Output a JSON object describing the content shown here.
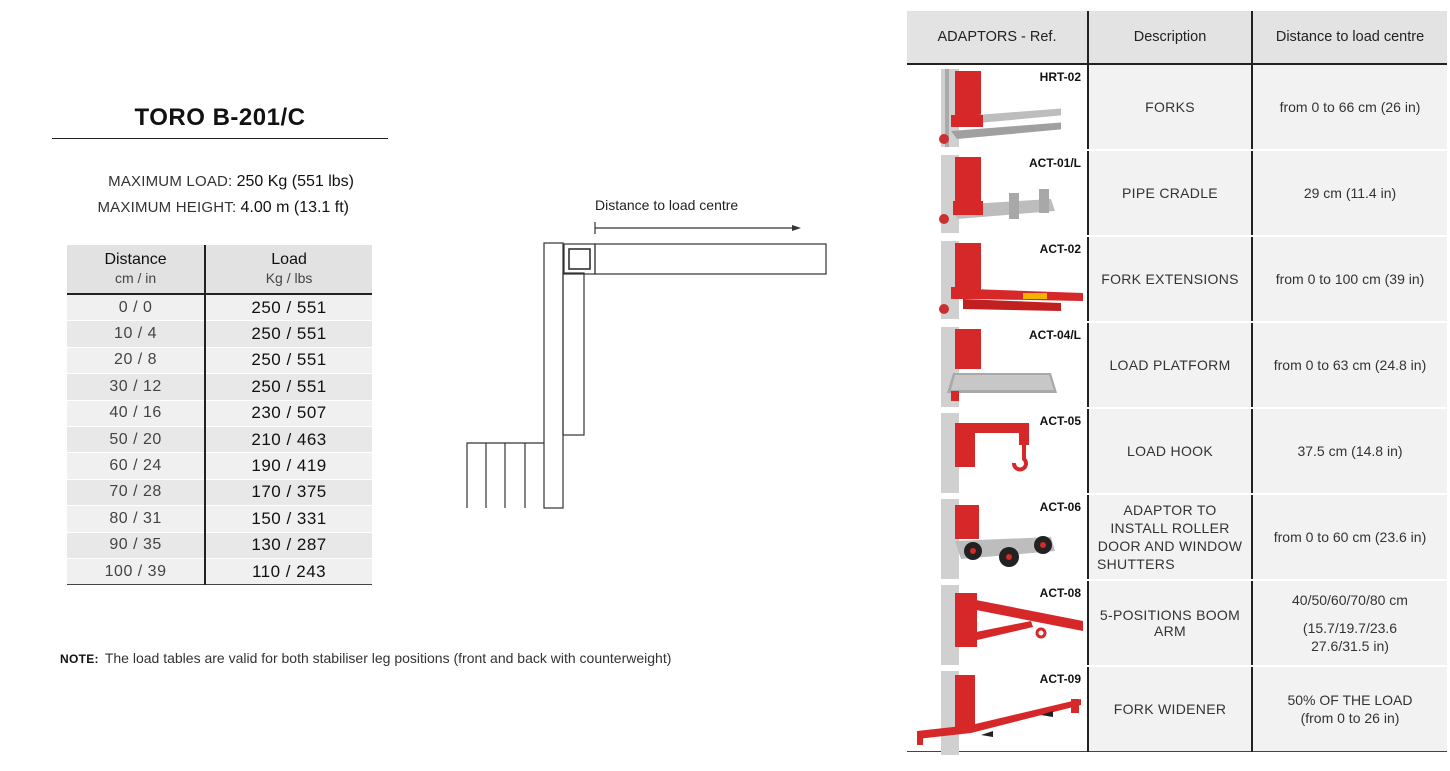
{
  "product": {
    "title": "TORO B-201/C",
    "max_load_label": "MAXIMUM LOAD:",
    "max_load_value": "250 Kg (551 lbs)",
    "max_height_label": "MAXIMUM HEIGHT:",
    "max_height_value": "4.00 m (13.1 ft)"
  },
  "load_table": {
    "headers": {
      "distance": "Distance",
      "distance_units": "cm  /  in",
      "load": "Load",
      "load_units": "Kg  /  lbs"
    },
    "rows": [
      {
        "distance": "0  /  0",
        "load": "250  /  551"
      },
      {
        "distance": "10  /  4",
        "load": "250  /  551"
      },
      {
        "distance": "20  /  8",
        "load": "250  /  551"
      },
      {
        "distance": "30  /  12",
        "load": "250  /  551"
      },
      {
        "distance": "40  /  16",
        "load": "230  /  507"
      },
      {
        "distance": "50  /  20",
        "load": "210  /  463"
      },
      {
        "distance": "60  /  24",
        "load": "190  /  419"
      },
      {
        "distance": "70  /  28",
        "load": "170  /  375"
      },
      {
        "distance": "80  /  31",
        "load": "150  /  331"
      },
      {
        "distance": "90  /  35",
        "load": "130  /  287"
      },
      {
        "distance": "100  /  39",
        "load": "110  /  243"
      }
    ]
  },
  "note": {
    "label": "NOTE:",
    "text": "The load tables are valid for both stabiliser leg positions (front and back with counterweight)"
  },
  "diagram": {
    "label": "Distance to load centre"
  },
  "adaptors": {
    "headers": {
      "ref": "ADAPTORS - Ref.",
      "description": "Description",
      "distance": "Distance to load centre"
    },
    "colors": {
      "accent": "#d62828",
      "mast": "#c8c8c8"
    },
    "rows": [
      {
        "ref": "HRT-02",
        "icon": "forks-icon",
        "description": "FORKS",
        "distance": "from 0 to 66 cm (26 in)"
      },
      {
        "ref": "ACT-01/L",
        "icon": "pipe-cradle-icon",
        "description": "PIPE CRADLE",
        "distance": "29 cm (11.4 in)"
      },
      {
        "ref": "ACT-02",
        "icon": "fork-extensions-icon",
        "description": "FORK EXTENSIONS",
        "distance": "from 0 to 100 cm (39 in)"
      },
      {
        "ref": "ACT-04/L",
        "icon": "load-platform-icon",
        "description": "LOAD PLATFORM",
        "distance": "from 0 to 63 cm (24.8 in)"
      },
      {
        "ref": "ACT-05",
        "icon": "load-hook-icon",
        "description": "LOAD HOOK",
        "distance": "37.5 cm (14.8 in)"
      },
      {
        "ref": "ACT-06",
        "icon": "roller-door-adaptor-icon",
        "description": "ADAPTOR TO INSTALL ROLLER DOOR AND WINDOW SHUTTERS",
        "distance": "from 0 to 60 cm (23.6 in)"
      },
      {
        "ref": "ACT-08",
        "icon": "boom-arm-icon",
        "description": "5-POSITIONS BOOM ARM",
        "distance_line1": "40/50/60/70/80 cm",
        "distance_line2": "(15.7/19.7/23.6",
        "distance_line3": "27.6/31.5 in)"
      },
      {
        "ref": "ACT-09",
        "icon": "fork-widener-icon",
        "description": "FORK WIDENER",
        "distance_line1": "50% OF THE LOAD",
        "distance_line2": "(from 0 to 26 in)"
      }
    ]
  }
}
